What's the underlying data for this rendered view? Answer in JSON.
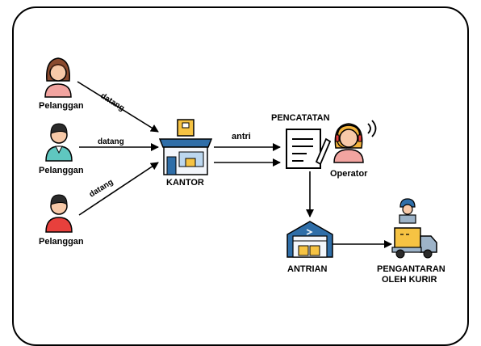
{
  "diagram": {
    "customers": [
      {
        "label": "Pelanggan",
        "edge_label": "datang"
      },
      {
        "label": "Pelanggan",
        "edge_label": "datang"
      },
      {
        "label": "Pelanggan",
        "edge_label": "datang"
      }
    ],
    "office": {
      "label": "KANTOR"
    },
    "recording": {
      "label": "PENCATATAN"
    },
    "edge_to_recording": {
      "label": "antri"
    },
    "operator": {
      "label": "Operator"
    },
    "queue": {
      "label": "ANTRIAN"
    },
    "delivery": {
      "label_line1": "PENGANTARAN",
      "label_line2": "OLEH KURIR"
    }
  },
  "colors": {
    "skin": "#f7c9a8",
    "hair_brown": "#8a4a2e",
    "shirt_pink": "#f2a4a0",
    "shirt_teal": "#5fc7c0",
    "hair_dark": "#2b2b2b",
    "shirt_red": "#e8403c",
    "building_blue": "#2f6ea8",
    "box_yellow": "#f6c343",
    "truck_gray": "#9db3c8",
    "operator_hair": "#f3b33c"
  }
}
